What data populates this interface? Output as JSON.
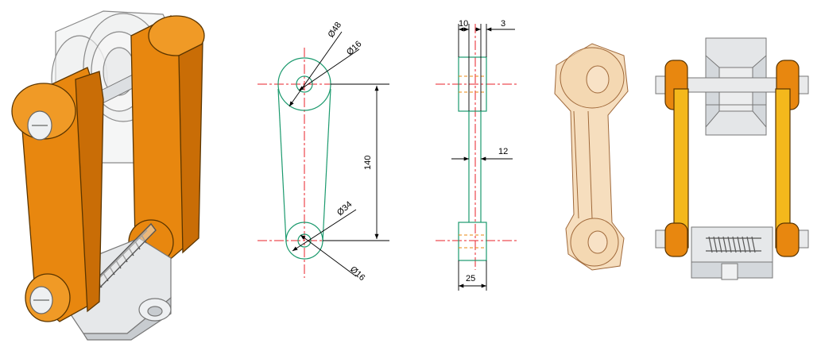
{
  "front_view": {
    "dia_48": "Ø48",
    "dia_16_top": "Ø16",
    "dia_34": "Ø34",
    "dia_16_bottom": "Ø16",
    "center_distance": "140"
  },
  "side_view": {
    "width_10": "10",
    "offset_3": "3",
    "thickness_12": "12",
    "width_25": "25"
  },
  "colors": {
    "lever_orange": "#e8870f",
    "lever_yellow": "#f4b81c",
    "outline_green": "#1c9a6e",
    "center_red": "#e8202a",
    "dim_black": "#000000",
    "translucent_tan": "#f3d3a8",
    "part_gray": "#d4d8dc"
  }
}
